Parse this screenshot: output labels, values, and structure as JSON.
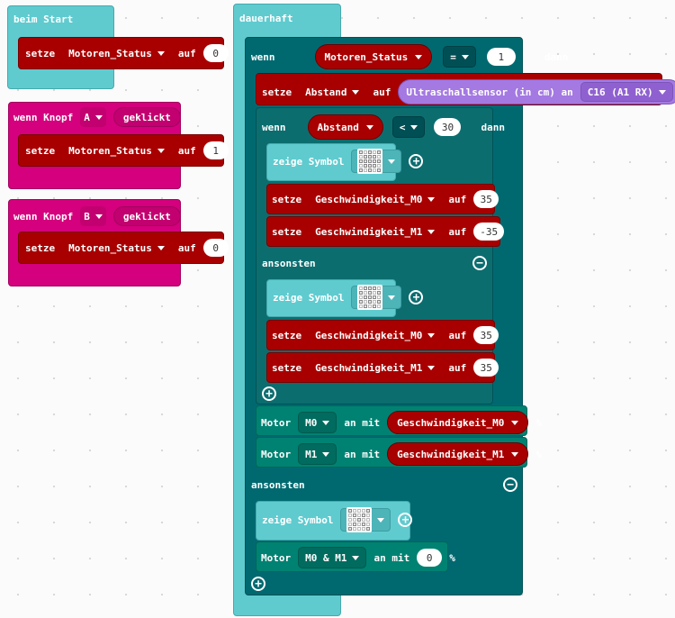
{
  "colors": {
    "teal": "#5fcbcf",
    "dark_teal": "#006970",
    "motor_teal": "#008272",
    "variable_red": "#a80000",
    "input_magenta": "#d4007d",
    "sensor_purple": "#a479e2"
  },
  "on_start": {
    "title": "beim Start",
    "set": "setze",
    "variable": "Motoren_Status",
    "to": "auf",
    "value": "0"
  },
  "button_a": {
    "when": "wenn Knopf",
    "button": "A",
    "event": "geklickt",
    "set": "setze",
    "variable": "Motoren_Status",
    "to": "auf",
    "value": "1"
  },
  "button_b": {
    "when": "wenn Knopf",
    "button": "B",
    "event": "geklickt",
    "set": "setze",
    "variable": "Motoren_Status",
    "to": "auf",
    "value": "0"
  },
  "forever": {
    "title": "dauerhaft",
    "if_outer": {
      "if": "wenn",
      "variable": "Motoren_Status",
      "op": "=",
      "value": "1",
      "then": "dann"
    },
    "set_distance": {
      "set": "setze",
      "variable": "Abstand",
      "to": "auf",
      "sensor": "Ultraschallsensor (in cm) an",
      "pin": "C16 (A1 RX)"
    },
    "if_inner": {
      "if": "wenn",
      "variable": "Abstand",
      "op": "<",
      "value": "30",
      "then": "dann"
    },
    "show_symbol_1": {
      "label": "zeige Symbol"
    },
    "set_m0_a": {
      "set": "setze",
      "variable": "Geschwindigkeit_M0",
      "to": "auf",
      "value": "35"
    },
    "set_m1_a": {
      "set": "setze",
      "variable": "Geschwindigkeit_M1",
      "to": "auf",
      "value": "-35"
    },
    "else_inner": "ansonsten",
    "show_symbol_2": {
      "label": "zeige Symbol"
    },
    "set_m0_b": {
      "set": "setze",
      "variable": "Geschwindigkeit_M0",
      "to": "auf",
      "value": "35"
    },
    "set_m1_b": {
      "set": "setze",
      "variable": "Geschwindigkeit_M1",
      "to": "auf",
      "value": "35"
    },
    "motor_m0": {
      "motor": "Motor",
      "which": "M0",
      "on_with": "an mit",
      "variable": "Geschwindigkeit_M0",
      "unit": "%"
    },
    "motor_m1": {
      "motor": "Motor",
      "which": "M1",
      "on_with": "an mit",
      "variable": "Geschwindigkeit_M1",
      "unit": "%"
    },
    "else_outer": "ansonsten",
    "show_symbol_3": {
      "label": "zeige Symbol"
    },
    "motor_both": {
      "motor": "Motor",
      "which": "M0 & M1",
      "on_with": "an mit",
      "value": "0",
      "unit": "%"
    }
  },
  "icons": {
    "plus": "+",
    "minus": "−"
  }
}
